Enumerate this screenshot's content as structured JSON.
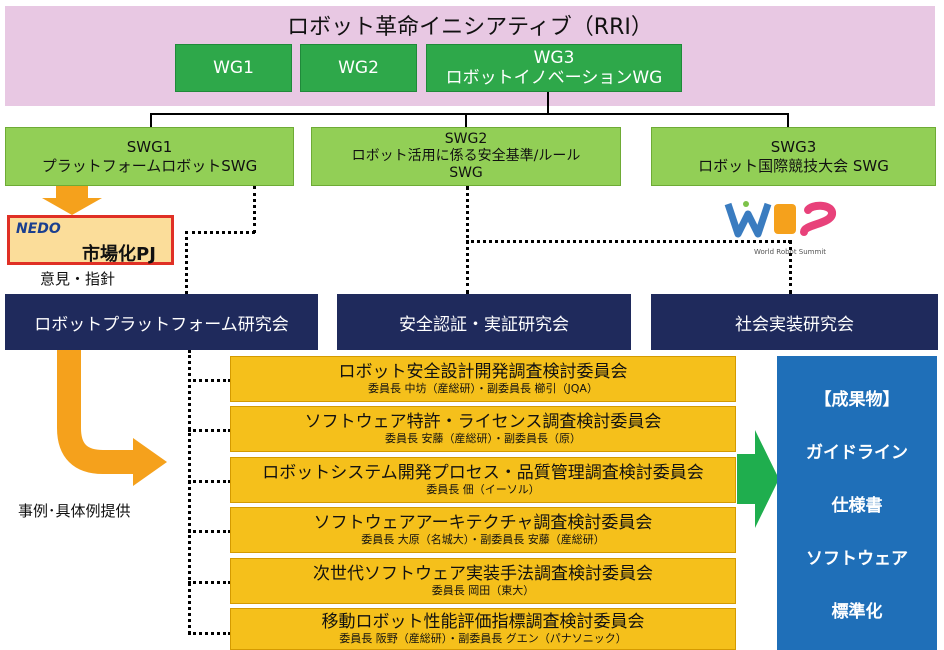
{
  "rri": {
    "title": "ロボット革命イニシアティブ（RRI）"
  },
  "wgs": {
    "wg1": "WG1",
    "wg2": "WG2",
    "wg3_l1": "WG3",
    "wg3_l2": "ロボットイノベーションWG"
  },
  "swgs": {
    "swg1_l1": "SWG1",
    "swg1_l2": "プラットフォームロボットSWG",
    "swg2_l1": "SWG2",
    "swg2_l2": "ロボット活用に係る安全基準/ルール",
    "swg2_l3": "SWG",
    "swg3_l1": "SWG3",
    "swg3_l2": "ロボット国際競技大会 SWG"
  },
  "nedo": {
    "logo": "NEDO",
    "text": "市場化PJ"
  },
  "wrs": {
    "logo": "WRS",
    "caption": "World Robot Summit"
  },
  "side": {
    "opinion": "意見・指針",
    "examples": "事例･具体例提供"
  },
  "kenkyukai": [
    "ロボットプラットフォーム研究会",
    "安全認証・実証研究会",
    "社会実装研究会"
  ],
  "committees": [
    {
      "title": "ロボット安全設計開発調査検討委員会",
      "sub": "委員長 中坊（産総研）・副委員長 櫛引（JQA）"
    },
    {
      "title": "ソフトウェア特許・ライセンス調査検討委員会",
      "sub": "委員長 安藤（産総研）・副委員長（原）"
    },
    {
      "title": "ロボットシステム開発プロセス・品質管理調査検討委員会",
      "sub": "委員長 佃（イーソル）"
    },
    {
      "title": "ソフトウェアアーキテクチャ調査検討委員会",
      "sub": "委員長 大原（名城大）・副委員長 安藤（産総研）"
    },
    {
      "title": "次世代ソフトウェア実装手法調査検討委員会",
      "sub": "委員長 岡田（東大）"
    },
    {
      "title": "移動ロボット性能評価指標調査検討委員会",
      "sub": "委員長 阪野（産総研）・副委員長 グエン（パナソニック）"
    }
  ],
  "results": [
    "【成果物】",
    "ガイドライン",
    "仕様書",
    "ソフトウェア",
    "標準化"
  ],
  "colors": {
    "band": "#e8c8e3",
    "wg": "#2ea84a",
    "swg": "#92cf56",
    "kenkyukai": "#1f2a5c",
    "committee": "#f5c01b",
    "result": "#1f6fb8",
    "arrow": "#f5a11c",
    "green_arrow": "#1fae4e"
  }
}
